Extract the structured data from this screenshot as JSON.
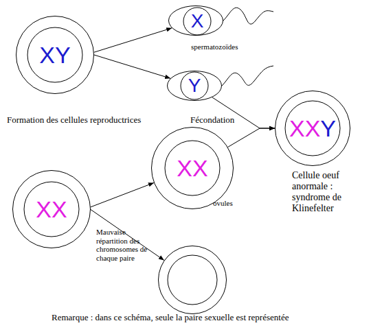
{
  "diagram": {
    "caption": "Remarque : dans ce schéma, seule la paire sexuelle est représentée",
    "nodes": [
      {
        "text": [
          "XY"
        ]
      },
      {
        "text": [
          "X"
        ]
      },
      {
        "text": [
          "Y"
        ]
      },
      {
        "text": [
          "XXY"
        ]
      },
      {
        "text": [
          "XX"
        ]
      },
      {
        "text": [
          "XX"
        ]
      },
      {
        "text": []
      }
    ],
    "edges": [
      {
        "from": 0,
        "to": 1,
        "arrow": "to"
      },
      {
        "from": 0,
        "to": 2,
        "arrow": "to"
      },
      {
        "from": 4,
        "to": 5,
        "arrow": "to"
      },
      {
        "from": 4,
        "to": 6,
        "arrow": "to"
      },
      {
        "from": 2,
        "to": 3,
        "arrow": "to"
      },
      {
        "from": 5,
        "to": 3,
        "arrow": "to"
      }
    ],
    "labels": [
      "spermatozoïdes",
      "Formation des cellules reproductrices",
      "Fécondation",
      "Cellule oeuf anormale : syndrome de Klinefelter",
      "ovules",
      "Mauvaise répartition des chromosomes de chaque paire"
    ]
  }
}
